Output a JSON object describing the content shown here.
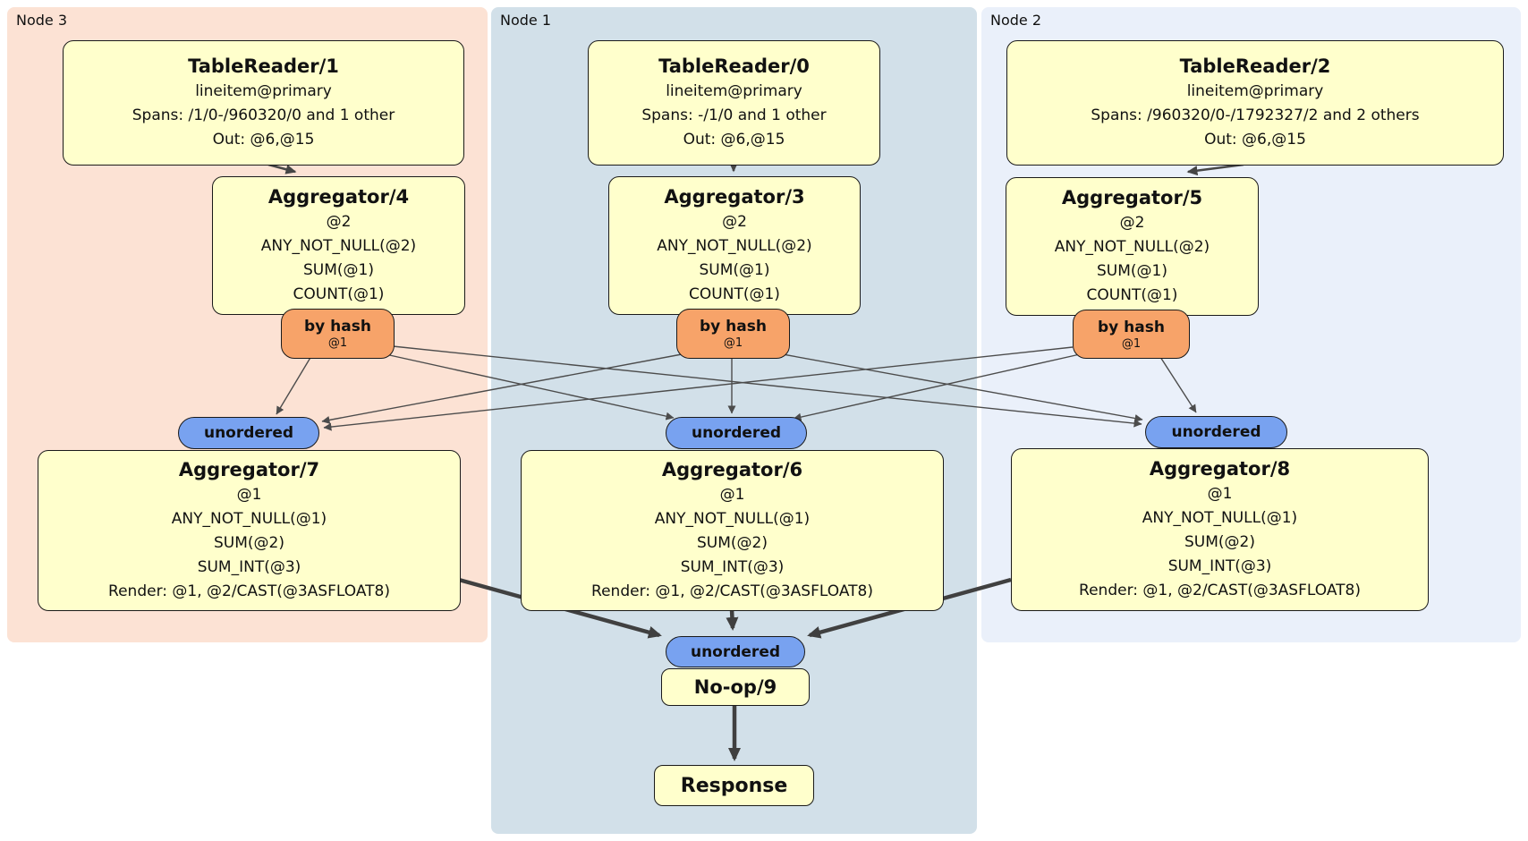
{
  "panels": {
    "node3": {
      "label": "Node 3"
    },
    "node1": {
      "label": "Node 1"
    },
    "node2": {
      "label": "Node 2"
    }
  },
  "processors": {
    "tr1": {
      "title": "TableReader/1",
      "lines": [
        "lineitem@primary",
        "Spans: /1/0-/960320/0 and 1 other",
        "Out: @6,@15"
      ]
    },
    "tr0": {
      "title": "TableReader/0",
      "lines": [
        "lineitem@primary",
        "Spans: -/1/0 and 1 other",
        "Out: @6,@15"
      ]
    },
    "tr2": {
      "title": "TableReader/2",
      "lines": [
        "lineitem@primary",
        "Spans: /960320/0-/1792327/2 and 2 others",
        "Out: @6,@15"
      ]
    },
    "agg4": {
      "title": "Aggregator/4",
      "lines": [
        "@2",
        "ANY_NOT_NULL(@2)",
        "SUM(@1)",
        "COUNT(@1)"
      ]
    },
    "agg3": {
      "title": "Aggregator/3",
      "lines": [
        "@2",
        "ANY_NOT_NULL(@2)",
        "SUM(@1)",
        "COUNT(@1)"
      ]
    },
    "agg5": {
      "title": "Aggregator/5",
      "lines": [
        "@2",
        "ANY_NOT_NULL(@2)",
        "SUM(@1)",
        "COUNT(@1)"
      ]
    },
    "agg7": {
      "title": "Aggregator/7",
      "lines": [
        "@1",
        "ANY_NOT_NULL(@1)",
        "SUM(@2)",
        "SUM_INT(@3)",
        "Render: @1, @2/CAST(@3ASFLOAT8)"
      ]
    },
    "agg6": {
      "title": "Aggregator/6",
      "lines": [
        "@1",
        "ANY_NOT_NULL(@1)",
        "SUM(@2)",
        "SUM_INT(@3)",
        "Render: @1, @2/CAST(@3ASFLOAT8)"
      ]
    },
    "agg8": {
      "title": "Aggregator/8",
      "lines": [
        "@1",
        "ANY_NOT_NULL(@1)",
        "SUM(@2)",
        "SUM_INT(@3)",
        "Render: @1, @2/CAST(@3ASFLOAT8)"
      ]
    },
    "noop": {
      "title": "No-op/9"
    },
    "response": {
      "title": "Response"
    }
  },
  "routers": {
    "label": "by hash",
    "detail": "@1"
  },
  "syncs": {
    "label": "unordered"
  },
  "colors": {
    "node3_bg": "#fce2d4",
    "node1_bg": "#d2e0e9",
    "node2_bg": "#eaf0fa",
    "processor_bg": "#ffffcc",
    "router_bg": "#f7a369",
    "sync_bg": "#78a2f0",
    "border": "#1a1a1a",
    "edge": "#4c4c4c"
  }
}
